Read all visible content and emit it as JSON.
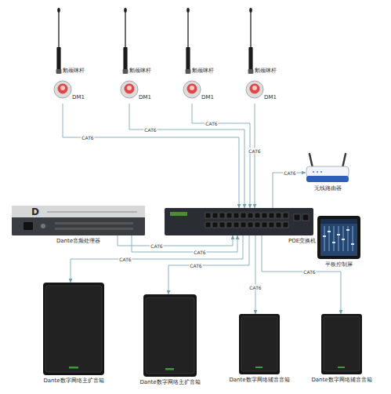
{
  "diagram": {
    "nodes": [
      {
        "text": [
          "鹅颈咪杆",
          "DM1"
        ]
      },
      {
        "text": [
          "鹅颈咪杆",
          "DM1"
        ]
      },
      {
        "text": [
          "鹅颈咪杆",
          "DM1"
        ]
      },
      {
        "text": [
          "鹅颈咪杆",
          "DM1"
        ]
      },
      {
        "text": [
          "无线路由器"
        ]
      },
      {
        "text": [
          "Dante音频处理器"
        ]
      },
      {
        "text": [
          "POE交换机"
        ]
      },
      {
        "text": [
          "平板控制屏"
        ]
      },
      {
        "text": [
          "Dante数字网络主扩音箱"
        ]
      },
      {
        "text": [
          "Dante数字网络主扩音箱"
        ]
      },
      {
        "text": [
          "Dante数字网络辅音音箱"
        ]
      },
      {
        "text": [
          "Dante数字网络辅音音箱"
        ]
      }
    ],
    "edges": [
      {
        "from": 0,
        "to": 6,
        "label": "CAT6",
        "arrow": "to"
      },
      {
        "from": 1,
        "to": 6,
        "label": "CAT6",
        "arrow": "to"
      },
      {
        "from": 2,
        "to": 6,
        "label": "CAT6",
        "arrow": "to"
      },
      {
        "from": 3,
        "to": 6,
        "label": "CAT6",
        "arrow": "to"
      },
      {
        "from": 6,
        "to": 4,
        "label": "CAT6",
        "arrow": "to"
      },
      {
        "from": 5,
        "to": 6,
        "label": "CAT6",
        "arrow": "to"
      },
      {
        "from": 5,
        "to": 6,
        "label": "CAT6",
        "arrow": "to"
      },
      {
        "from": 6,
        "to": 8,
        "label": "CAT6",
        "arrow": "to"
      },
      {
        "from": 6,
        "to": 9,
        "label": "CAT6",
        "arrow": "to"
      },
      {
        "from": 6,
        "to": 10,
        "label": "CAT6",
        "arrow": "to"
      },
      {
        "from": 6,
        "to": 11,
        "label": "CAT6",
        "arrow": "to"
      }
    ],
    "labels": [
      "D"
    ]
  }
}
